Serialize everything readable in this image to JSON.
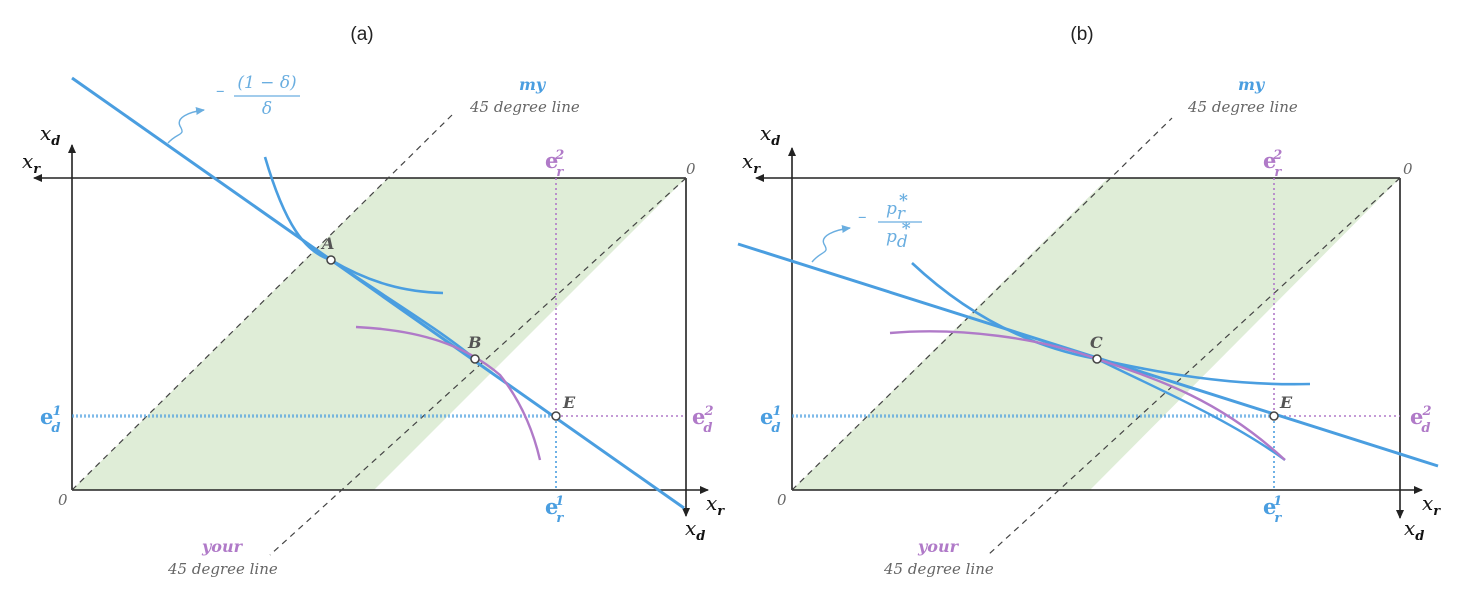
{
  "colors": {
    "blue": "#4a9ee0",
    "purple": "#b07ac8",
    "green_fill": "#d9ead0",
    "frame": "#222222",
    "dashed": "#444444",
    "label_gray": "#666666",
    "light_blue_text": "#6aaee0"
  },
  "panel_a": {
    "title": "(a)",
    "axis_xd": "x",
    "axis_xd_sub": "d",
    "axis_xr": "x",
    "axis_xr_sub": "r",
    "origin_bottom_left": "0",
    "origin_top_right": "0",
    "point_a": "A",
    "point_b": "B",
    "point_e": "E",
    "my_label": "my",
    "my_line_label": "45 degree line",
    "your_label": "your",
    "your_line_label": "45 degree line",
    "slope_minus": "–",
    "slope_numerator": "(1 − δ)",
    "slope_denominator": "δ",
    "e_base": "e",
    "e_d_sub": "d",
    "e_r_sub": "r",
    "sup_1": "1",
    "sup_2": "2"
  },
  "panel_b": {
    "title": "(b)",
    "axis_xd": "x",
    "axis_xd_sub": "d",
    "axis_xr": "x",
    "axis_xr_sub": "r",
    "origin_bottom_left": "0",
    "origin_top_right": "0",
    "point_c": "C",
    "point_e": "E",
    "my_label": "my",
    "my_line_label": "45 degree line",
    "your_label": "your",
    "your_line_label": "45 degree line",
    "slope_minus": "–",
    "slope_num_base": "p",
    "slope_num_sub": "r",
    "slope_num_sup": "*",
    "slope_den_base": "p",
    "slope_den_sub": "d",
    "slope_den_sup": "*",
    "e_base": "e",
    "e_d_sub": "d",
    "e_r_sub": "r",
    "sup_1": "1",
    "sup_2": "2"
  }
}
